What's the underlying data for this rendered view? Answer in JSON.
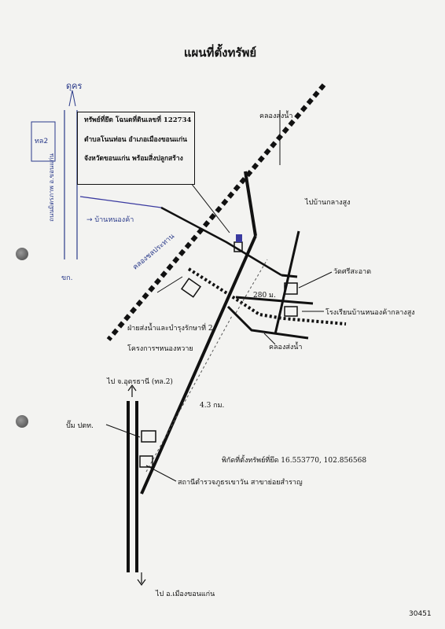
{
  "title": "แผนที่ตั้งทรัพย์",
  "info_box": {
    "line1": "ทรัพย์ที่ยึด โฉนดที่ดินเลขที่  122734",
    "line2": "ตำบลโนนท่อน  อำเภอเมืองขอนแก่น",
    "line3": "จังหวัดขอนแก่น  พร้อมสิ่งปลูกสร้าง"
  },
  "labels": {
    "canal_top": "คลองส่งน้ำ",
    "canal_bottom": "คลองส่งน้ำ",
    "to_ban_klang_sung": "ไปบ้านกลางสูง",
    "wat": "วัดศรีสะอาด",
    "school": "โรงเรียนบ้านหนองค้ากลางสูง",
    "distance_280": "280 ม.",
    "irrigation_office_line1": "ฝ่ายส่งน้ำและบำรุงรักษาที่ 2",
    "irrigation_office_line2": "โครงการฯหนองหวาย",
    "to_udon": "ไป จ.อุดรธานี (ทล.2)",
    "distance_43": "4.3 กม.",
    "ptt": "ปั๊ม ปตท.",
    "coords": "พิกัดที่ตั้งทรัพย์ที่ยึด 16.553770, 102.856568",
    "police_station": "สถานีตำรวจภูธรเขาวัน สาขาย่อยสำราญ",
    "to_khon_kaen": "ไป อ.เมืองขอนแก่น"
  },
  "handwritten": {
    "top": "ดุคร",
    "left_box": "ทล2",
    "left_vertical": "ถนนมิตรภาพ อ.ขอนแก่น",
    "arrow_note": "→ บ้านหนองค้า",
    "diagonal": "คลองชลประทาน",
    "bottom_left": "ขก.",
    "page_number": "30451"
  },
  "colors": {
    "ink": "#111111",
    "handwriting": "#2a3a8a",
    "paper": "#f3f3f1"
  }
}
